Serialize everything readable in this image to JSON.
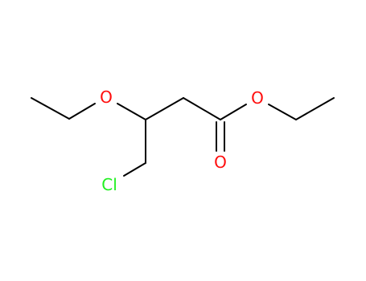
{
  "molecule": {
    "atoms": {
      "ether_oxygen": "O",
      "ester_oxygen": "O",
      "carbonyl_oxygen": "O",
      "chlorine": "Cl"
    },
    "colors": {
      "bond": "#000000",
      "oxygen": "#ff0d0d",
      "chlorine": "#1ff01f",
      "background": "#ffffff"
    }
  }
}
